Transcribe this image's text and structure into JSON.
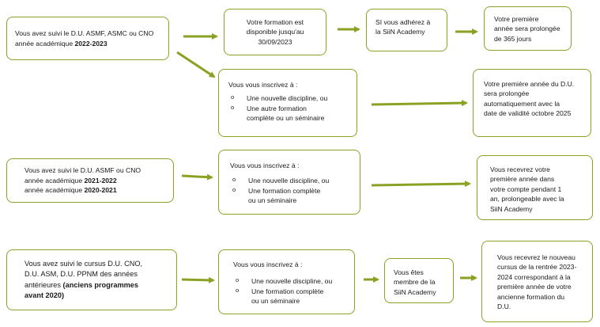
{
  "colors": {
    "border": "#8aa224",
    "arrow": "#8aa224",
    "text": "#1a1a1a"
  },
  "bullet_symbol": "o",
  "row1": {
    "start": {
      "line1": "Vous avez suivi le D.U. ASMF, ASMC ou CNO",
      "line2_prefix": "année académique ",
      "line2_bold": "2022-2023"
    },
    "formation": {
      "lines": [
        "Votre formation est",
        "disponible jusqu'au",
        "30/09/2023"
      ]
    },
    "academy": {
      "lines": [
        "SI vous adhérez à",
        "la SiiN Academy"
      ]
    },
    "prolong": {
      "lines": [
        "Votre première",
        "année sera prolongée",
        "de 365 jours"
      ]
    },
    "inscrivez": {
      "heading": "Vous vous inscrivez à :",
      "option1": "Une nouvelle discipline, ou",
      "option2_lines": [
        "Une autre formation",
        "complète ou un séminaire"
      ]
    },
    "result": {
      "lines": [
        "Votre première année du D.U.",
        "sera prolongée",
        "automatiquement avec la",
        "date de validité octobre 2025"
      ]
    }
  },
  "row2": {
    "start": {
      "line1": "Vous avez suivi le D.U. ASMF ou CNO",
      "line2_prefix": "année académique ",
      "line2_bold": "2021-2022",
      "line3_prefix": "année académique ",
      "line3_bold": "2020-2021"
    },
    "inscrivez": {
      "heading": "Vous vous inscrivez à :",
      "option1": "Une nouvelle discipline, ou",
      "option2_lines": [
        "Une formation complète",
        "ou un séminaire"
      ]
    },
    "result": {
      "lines": [
        "Vous recevrez votre",
        "première année dans",
        "votre compte pendant 1",
        "an, prolongeable avec la",
        "SiiN Academy"
      ]
    }
  },
  "row3": {
    "start": {
      "lines": [
        "Vous avez suivi le cursus D.U. CNO,",
        "D.U. ASM, D.U. PPNM des années"
      ],
      "line3_prefix": "antérieures ",
      "line3_bold": "(anciens programmes",
      "line4_bold": "avant 2020)"
    },
    "inscrivez": {
      "heading": "Vous vous inscrivez à :",
      "option1": "Une nouvelle discipline, ou",
      "option2_lines": [
        "Une formation complète",
        "ou un séminaire"
      ]
    },
    "member": {
      "lines": [
        "Vous êtes",
        "membre de la",
        "SiiN Academy"
      ]
    },
    "result": {
      "lines": [
        "Vous recevrez le nouveau",
        "cursus de la rentrée 2023-",
        "2024 correspondant à la",
        "première année de votre",
        "ancienne formation du",
        "D.U."
      ]
    }
  }
}
